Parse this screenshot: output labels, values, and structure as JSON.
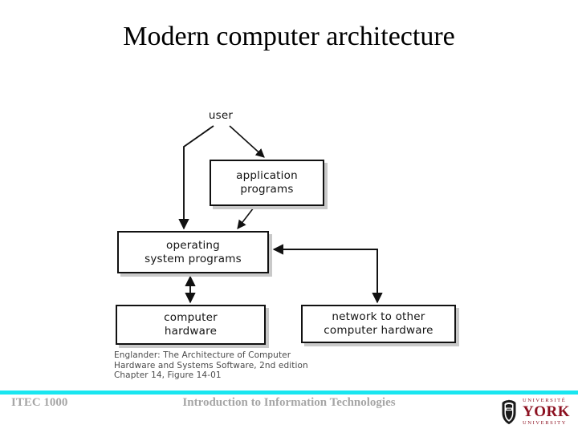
{
  "slide": {
    "title": "Modern computer architecture"
  },
  "diagram": {
    "user_label": "user",
    "boxes": [
      {
        "id": "application",
        "line1": "application",
        "line2": "programs"
      },
      {
        "id": "operating-system",
        "line1": "operating",
        "line2": "system programs"
      },
      {
        "id": "computer-hardware",
        "line1": "computer",
        "line2": "hardware"
      },
      {
        "id": "network",
        "line1": "network to other",
        "line2": "computer hardware"
      }
    ],
    "caption": {
      "line1": "Englander: The Architecture of Computer",
      "line2": "Hardware and Systems Software, 2nd edition",
      "line3": "Chapter 14, Figure 14-01"
    }
  },
  "footer": {
    "course_code": "ITEC 1000",
    "course_title": "Introduction to Information Technologies",
    "rule_color": "#19e6f0",
    "text_color": "#a6a6a6"
  },
  "logo": {
    "universite": "UNIVERSITÉ",
    "york": "YORK",
    "university": "UNIVERSITY",
    "color": "#8c1020"
  }
}
